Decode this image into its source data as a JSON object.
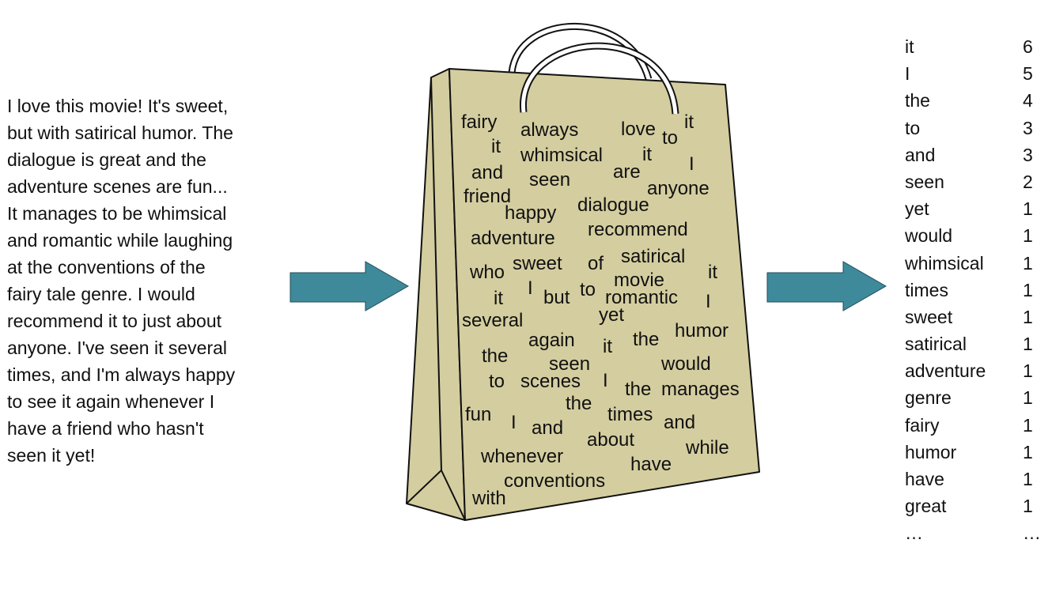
{
  "review_lines": [
    "I love this movie! It's sweet,",
    "but with satirical humor. The",
    "dialogue is great and the",
    "adventure scenes are fun...",
    "It manages to be whimsical",
    "and romantic while laughing",
    "at the conventions of the",
    "fairy tale genre. I would",
    "recommend it to just about",
    "anyone. I've seen it several",
    "times, and I'm always happy",
    "to see it again whenever I",
    "have a friend who hasn't",
    "seen it yet!"
  ],
  "bag_words": [
    "fairy",
    "always",
    "love",
    "to",
    "it",
    "it",
    "whimsical",
    "it",
    "I",
    "and",
    "seen",
    "are",
    "anyone",
    "friend",
    "happy",
    "dialogue",
    "adventure",
    "recommend",
    "who",
    "sweet",
    "of",
    "satirical",
    "it",
    "movie",
    "I",
    "but",
    "to",
    "romantic",
    "I",
    "it",
    "several",
    "yet",
    "again",
    "it",
    "the",
    "humor",
    "the",
    "seen",
    "would",
    "to",
    "scenes",
    "I",
    "the",
    "manages",
    "the",
    "fun",
    "I",
    "and",
    "times",
    "and",
    "about",
    "while",
    "whenever",
    "have",
    "conventions",
    "with"
  ],
  "word_counts": [
    {
      "word": "it",
      "count": "6"
    },
    {
      "word": "I",
      "count": "5"
    },
    {
      "word": "the",
      "count": "4"
    },
    {
      "word": "to",
      "count": "3"
    },
    {
      "word": "and",
      "count": "3"
    },
    {
      "word": "seen",
      "count": "2"
    },
    {
      "word": "yet",
      "count": "1"
    },
    {
      "word": "would",
      "count": "1"
    },
    {
      "word": "whimsical",
      "count": "1"
    },
    {
      "word": "times",
      "count": "1"
    },
    {
      "word": "sweet",
      "count": "1"
    },
    {
      "word": "satirical",
      "count": "1"
    },
    {
      "word": "adventure",
      "count": "1"
    },
    {
      "word": "genre",
      "count": "1"
    },
    {
      "word": "fairy",
      "count": "1"
    },
    {
      "word": "humor",
      "count": "1"
    },
    {
      "word": "have",
      "count": "1"
    },
    {
      "word": "great",
      "count": "1"
    },
    {
      "word": "…",
      "count": "…"
    }
  ],
  "colors": {
    "bag_fill": "#d4cd9f",
    "bag_outline": "#111111",
    "arrow_fill": "#3e8a9b"
  }
}
